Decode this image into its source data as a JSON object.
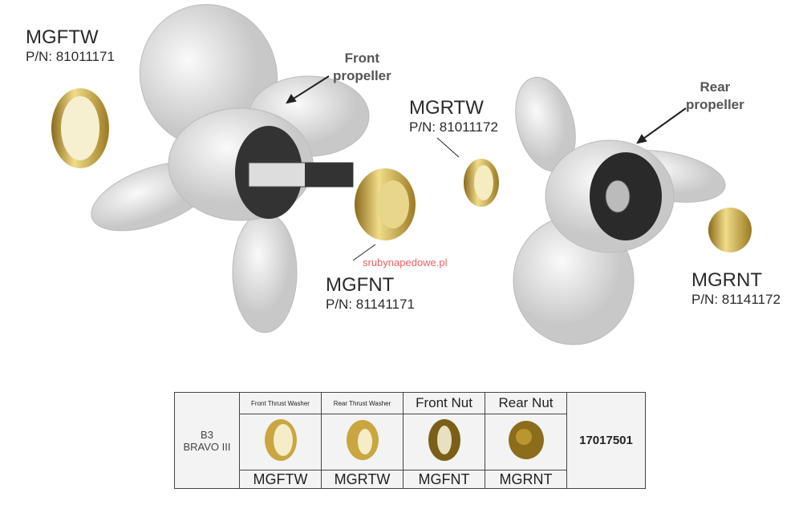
{
  "labels": {
    "mgftw": {
      "name": "MGFTW",
      "pn": "P/N: 81011171"
    },
    "mgrtw": {
      "name": "MGRTW",
      "pn": "P/N: 81011172"
    },
    "mgfnt": {
      "name": "MGFNT",
      "pn": "P/N: 81141171"
    },
    "mgrnt": {
      "name": "MGRNT",
      "pn": "P/N: 81141172"
    },
    "front_propeller": [
      "Front",
      "propeller"
    ],
    "rear_propeller": [
      "Rear",
      "propeller"
    ],
    "watermark": "srubynapedowe.pl"
  },
  "table": {
    "model": [
      "B3",
      "BRAVO III"
    ],
    "headers": [
      "Front Thrust Washer",
      "Rear Thrust Washer",
      "Front Nut",
      "Rear Nut"
    ],
    "parts": [
      "MGFTW",
      "MGRTW",
      "MGFNT",
      "MGRNT"
    ],
    "kit_number": "17017501"
  },
  "colors": {
    "brass": "#c9a640",
    "propeller": "#e6e6e6"
  }
}
